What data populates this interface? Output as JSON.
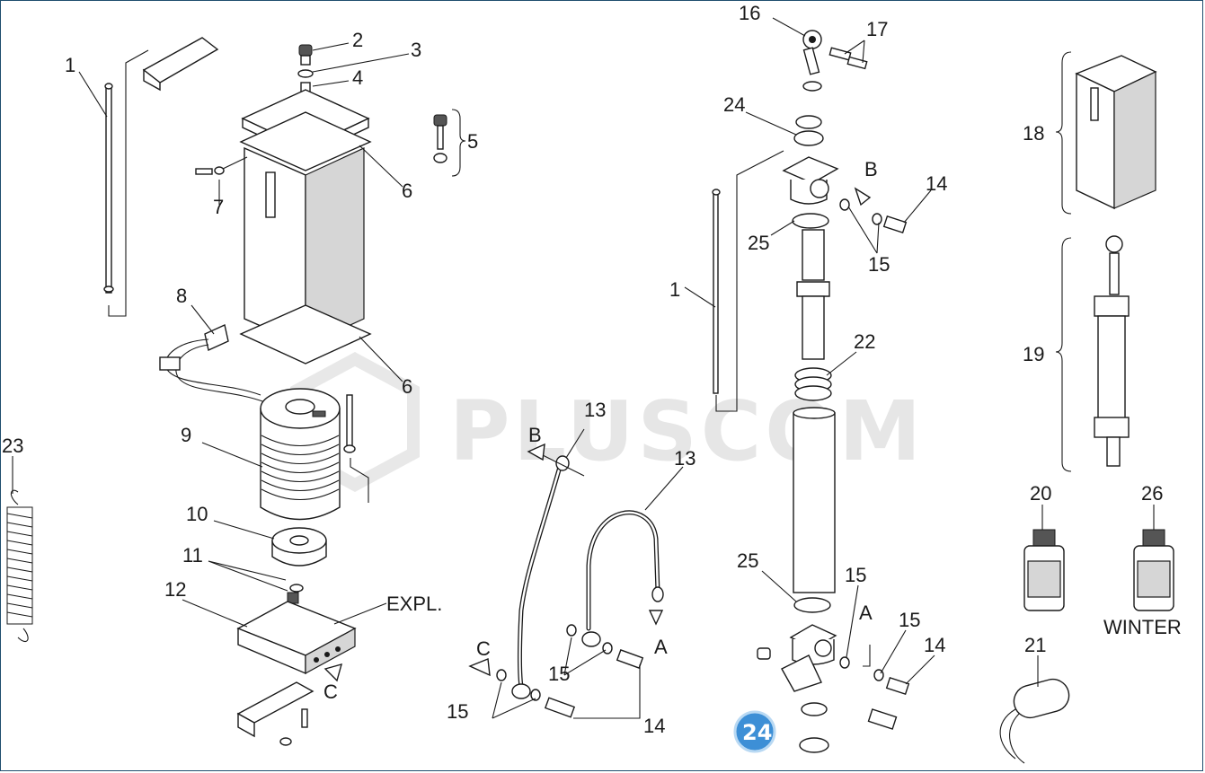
{
  "watermark": "PLUSCOM",
  "badge": "24",
  "labels": [
    {
      "id": "l1a",
      "text": "1"
    },
    {
      "id": "l2",
      "text": "2"
    },
    {
      "id": "l3",
      "text": "3"
    },
    {
      "id": "l4",
      "text": "4"
    },
    {
      "id": "l5",
      "text": "5"
    },
    {
      "id": "l6a",
      "text": "6"
    },
    {
      "id": "l6b",
      "text": "6"
    },
    {
      "id": "l7",
      "text": "7"
    },
    {
      "id": "l8",
      "text": "8"
    },
    {
      "id": "l9",
      "text": "9"
    },
    {
      "id": "l10",
      "text": "10"
    },
    {
      "id": "l11",
      "text": "11"
    },
    {
      "id": "l12",
      "text": "12"
    },
    {
      "id": "lexpl",
      "text": "EXPL."
    },
    {
      "id": "lc1",
      "text": "C"
    },
    {
      "id": "l23",
      "text": "23"
    },
    {
      "id": "l13a",
      "text": "13"
    },
    {
      "id": "lba",
      "text": "B"
    },
    {
      "id": "l13b",
      "text": "13"
    },
    {
      "id": "lc2",
      "text": "C"
    },
    {
      "id": "l15a",
      "text": "15"
    },
    {
      "id": "l15b",
      "text": "15"
    },
    {
      "id": "la1",
      "text": "A"
    },
    {
      "id": "l14a",
      "text": "14"
    },
    {
      "id": "l16",
      "text": "16"
    },
    {
      "id": "l17",
      "text": "17"
    },
    {
      "id": "l24",
      "text": "24"
    },
    {
      "id": "lbb",
      "text": "B"
    },
    {
      "id": "l14b",
      "text": "14"
    },
    {
      "id": "l25a",
      "text": "25"
    },
    {
      "id": "l15c",
      "text": "15"
    },
    {
      "id": "l1b",
      "text": "1"
    },
    {
      "id": "l22",
      "text": "22"
    },
    {
      "id": "l25b",
      "text": "25"
    },
    {
      "id": "l15d",
      "text": "15"
    },
    {
      "id": "la2",
      "text": "A"
    },
    {
      "id": "l15e",
      "text": "15"
    },
    {
      "id": "l14c",
      "text": "14"
    },
    {
      "id": "l18",
      "text": "18"
    },
    {
      "id": "l19",
      "text": "19"
    },
    {
      "id": "l20",
      "text": "20"
    },
    {
      "id": "l26",
      "text": "26"
    },
    {
      "id": "lwinter",
      "text": "WINTER"
    },
    {
      "id": "l21",
      "text": "21"
    }
  ]
}
